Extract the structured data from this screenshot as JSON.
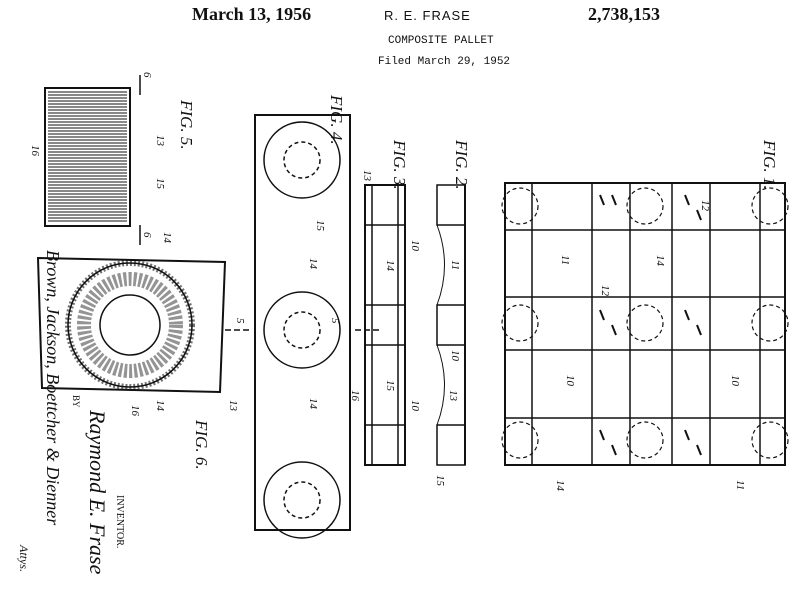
{
  "header": {
    "date": "March 13, 1956",
    "inventor": "R. E. FRASE",
    "patent_number": "2,738,153",
    "title": "COMPOSITE PALLET",
    "filed": "Filed March 29, 1952"
  },
  "figures": {
    "fig1": "FIG. 1.",
    "fig2": "FIG. 2.",
    "fig3": "FIG. 3.",
    "fig4": "FIG. 4.",
    "fig5": "FIG. 5.",
    "fig6": "FIG. 6."
  },
  "reference_numerals": {
    "n10": "10",
    "n11": "11",
    "n12": "12",
    "n13": "13",
    "n14": "14",
    "n15": "15",
    "n16": "16",
    "n5": "5",
    "n6": "6"
  },
  "signature": {
    "inventor_label": "INVENTOR.",
    "inventor_name": "Raymond E. Frase",
    "by": "BY",
    "attorneys": "Brown, Jackson, Boettcher & Dienner",
    "atty_label": "Attys."
  }
}
